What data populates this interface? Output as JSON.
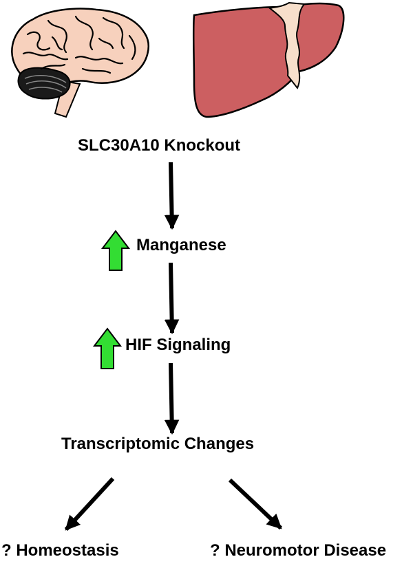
{
  "diagram": {
    "nodes": {
      "knockout": "SLC30A10 Knockout",
      "manganese": "Manganese",
      "hif": "HIF Signaling",
      "transcriptomic": "Transcriptomic Changes",
      "homeostasis": "? Homeostasis",
      "neuromotor": "? Neuromotor Disease"
    },
    "edges": [
      {
        "from": "knockout",
        "to": "manganese"
      },
      {
        "from": "manganese",
        "to": "hif"
      },
      {
        "from": "hif",
        "to": "transcriptomic"
      },
      {
        "from": "transcriptomic",
        "to": "homeostasis"
      },
      {
        "from": "transcriptomic",
        "to": "neuromotor"
      }
    ],
    "indicators": [
      {
        "node": "manganese",
        "direction": "up",
        "color": "#33dd33"
      },
      {
        "node": "hif",
        "direction": "up",
        "color": "#33dd33"
      }
    ],
    "icons": [
      "brain-icon",
      "liver-icon"
    ],
    "colors": {
      "brain": "#f7d1bd",
      "liver": "#cc5f61",
      "liver_vessel": "#f7dfcb",
      "arrow": "#000000",
      "up_arrow": "#33dd33"
    }
  }
}
